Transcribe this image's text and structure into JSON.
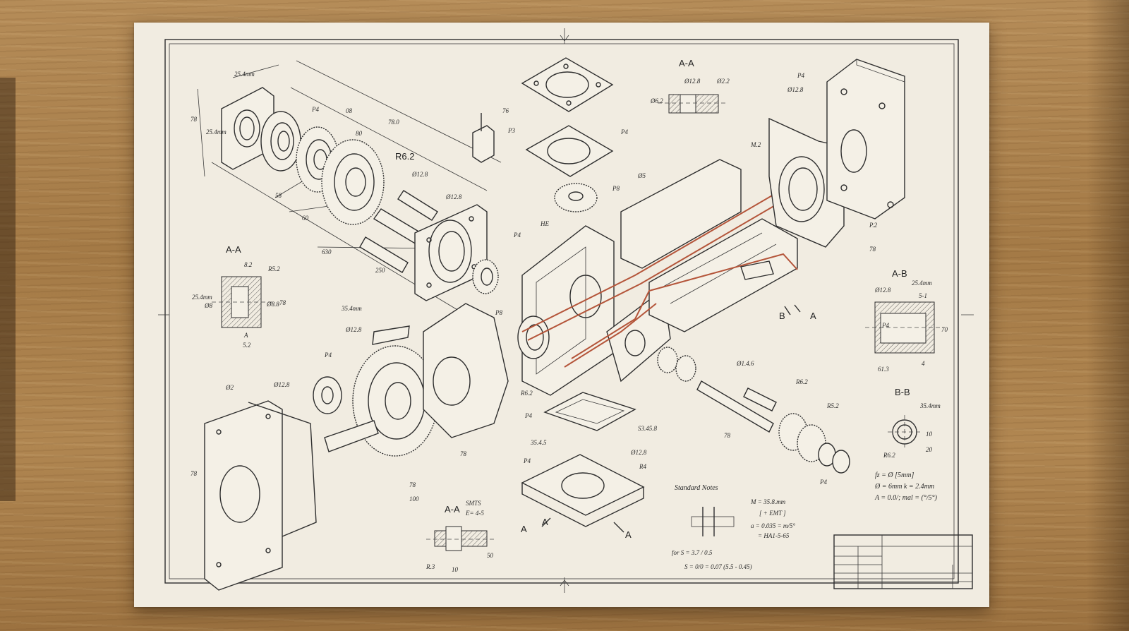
{
  "section_views": {
    "aa_top": "A-A",
    "aa_left": "A-A",
    "aa_bottom": "A-A",
    "ab_right": "A-B",
    "bb_right": "B-B"
  },
  "dimensions": {
    "d_25_4mm_top": "25.4mm",
    "d_78_left": "78",
    "d_25_4mm_side": "25.4mm",
    "d_p4_a": "P4",
    "d_08": "08",
    "d_78_0": "78.0",
    "d_80": "80",
    "d_r6_2_a": "R6.2",
    "d_012_8_a": "Ø12.8",
    "d_012_8_b": "Ø12.8",
    "d_58": "58",
    "d_60": "60",
    "d_250": "250",
    "d_630": "630",
    "d_76": "76",
    "d_p3": "P3",
    "d_p4_b": "P4",
    "d_95": "Ø5",
    "d_p8": "P8",
    "d_he": "HE",
    "d_p4_c": "P4",
    "d_p8_b": "P8",
    "d_m2": "M.2",
    "d_p4_top": "P4",
    "d_012_8_top": "Ø12.8",
    "d_p2": "P.2",
    "d_78_right": "78",
    "d_aa_012_8": "Ø12.8",
    "d_aa_22": "Ø2.2",
    "d_aa_62": "Ø6.2",
    "d_left_82": "8.2",
    "d_left_r52": "R5.2",
    "d_left_25": "25.4mm",
    "d_left_08": "Ø8",
    "d_left_88": "Ø8.8",
    "d_left_78": "78",
    "d_left_a": "A",
    "d_left_52": "5.2",
    "d_35_4mm_mid": "35.4mm",
    "d_012_8_mid": "Ø12.8",
    "d_p4_mid": "P4",
    "d_02": "Ø2",
    "d_012_8_low": "Ø12.8",
    "d_r6_2_mid": "R6.2",
    "d_p4_low": "P4",
    "d_35_4_5": "35.4.5",
    "d_p4_low2": "P4",
    "d_78_low": "78",
    "d_78_low2": "78",
    "d_100": "100",
    "d_78_vert": "78",
    "d_53_45_8": "S3.45.8",
    "d_012_8_plate": "Ø12.8",
    "d_r4": "R4",
    "d_a_low1": "A",
    "d_a_low2": "A",
    "d_a_low3": "A",
    "d_b": "B",
    "d_a_right": "A",
    "d_01_4_6": "Ø1.4.6",
    "d_r6_2_right": "R6.2",
    "d_r5_2_right": "R5.2",
    "d_78_right2": "78",
    "d_p4_right": "P4",
    "d_ab_25_4": "25.4mm",
    "d_ab_012_8": "Ø12.8",
    "d_ab_5_1": "5-1",
    "d_ab_p4": "P4",
    "d_ab_70": "70",
    "d_ab_61_3": "61.3",
    "d_ab_4": "4",
    "d_bb_35_4": "35.4mm",
    "d_bb_r6_2": "R6.2",
    "d_bb_10": "10",
    "d_bb_20": "20",
    "d_aab_smt": "SMTS",
    "d_aab_e": "E= 4-5",
    "d_aab_r3": "R.3",
    "d_aab_10": "10",
    "d_aab_50": "50"
  },
  "notes": {
    "heading": "Standard Notes",
    "n1": "M = 35.8.mm",
    "n2": "[ + EMT ]",
    "n3": "a = 0.035 = m/5°",
    "n4": "= HA1-5-65",
    "n5": "for  S = 3.7 / 0.5",
    "n6": "S = 0/0 = 0.07 (5.5 - 0.45)",
    "right1": "fz = Ø [5mm]",
    "right2": "Ø = 6mm  k = 2.4mm",
    "right3": "A = 0.0/; mal = (°/5°)"
  },
  "colors": {
    "paper": "#f1ece1",
    "ink": "#2e2e2e",
    "highlight": "#b4553a",
    "desk": "#a9814f"
  }
}
